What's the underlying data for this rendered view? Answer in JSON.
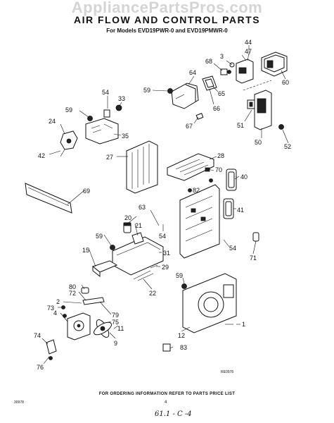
{
  "watermark": "AppliancePartsPros.com",
  "title": "AIR FLOW AND CONTROL PARTS",
  "subtitle": "For Models EVD19PWR-0 and EVD19PMWR-0",
  "footer": "FOR ORDERING INFORMATION REFER TO PARTS PRICE LIST",
  "code_left": "30978",
  "page_number": "4",
  "handwritten_note": "61.1 - C -4",
  "ref_code": "RE0978",
  "callouts": [
    {
      "id": "c44",
      "label": "44"
    },
    {
      "id": "c3",
      "label": "3"
    },
    {
      "id": "c47",
      "label": "47"
    },
    {
      "id": "c68",
      "label": "68"
    },
    {
      "id": "c64",
      "label": "64"
    },
    {
      "id": "c60",
      "label": "60"
    },
    {
      "id": "c54a",
      "label": "54"
    },
    {
      "id": "c33",
      "label": "33"
    },
    {
      "id": "c59a",
      "label": "59"
    },
    {
      "id": "c65",
      "label": "65"
    },
    {
      "id": "c66",
      "label": "66"
    },
    {
      "id": "c59b",
      "label": "59"
    },
    {
      "id": "c67",
      "label": "67"
    },
    {
      "id": "c51",
      "label": "51"
    },
    {
      "id": "c24",
      "label": "24"
    },
    {
      "id": "c35",
      "label": "35"
    },
    {
      "id": "c50",
      "label": "50"
    },
    {
      "id": "c52",
      "label": "52"
    },
    {
      "id": "c42",
      "label": "42"
    },
    {
      "id": "c27",
      "label": "27"
    },
    {
      "id": "c28",
      "label": "28"
    },
    {
      "id": "c70",
      "label": "70"
    },
    {
      "id": "c40",
      "label": "40"
    },
    {
      "id": "c82",
      "label": "82"
    },
    {
      "id": "c69",
      "label": "69"
    },
    {
      "id": "c63",
      "label": "63"
    },
    {
      "id": "c41",
      "label": "41"
    },
    {
      "id": "c20",
      "label": "20"
    },
    {
      "id": "c21",
      "label": "21"
    },
    {
      "id": "c54b",
      "label": "54"
    },
    {
      "id": "c59c",
      "label": "59"
    },
    {
      "id": "c54c",
      "label": "54"
    },
    {
      "id": "c71",
      "label": "71"
    },
    {
      "id": "c15",
      "label": "15"
    },
    {
      "id": "c31",
      "label": "31"
    },
    {
      "id": "c29",
      "label": "29"
    },
    {
      "id": "c22",
      "label": "22"
    },
    {
      "id": "c59d",
      "label": "59"
    },
    {
      "id": "c80",
      "label": "80"
    },
    {
      "id": "c72",
      "label": "72"
    },
    {
      "id": "c2",
      "label": "2"
    },
    {
      "id": "c73",
      "label": "73"
    },
    {
      "id": "c79",
      "label": "79"
    },
    {
      "id": "c75",
      "label": "75"
    },
    {
      "id": "c4",
      "label": "4"
    },
    {
      "id": "c11",
      "label": "11"
    },
    {
      "id": "c12",
      "label": "12"
    },
    {
      "id": "c1",
      "label": "1"
    },
    {
      "id": "c74",
      "label": "74"
    },
    {
      "id": "c83",
      "label": "83"
    },
    {
      "id": "c9",
      "label": "9"
    },
    {
      "id": "c76",
      "label": "76"
    }
  ]
}
